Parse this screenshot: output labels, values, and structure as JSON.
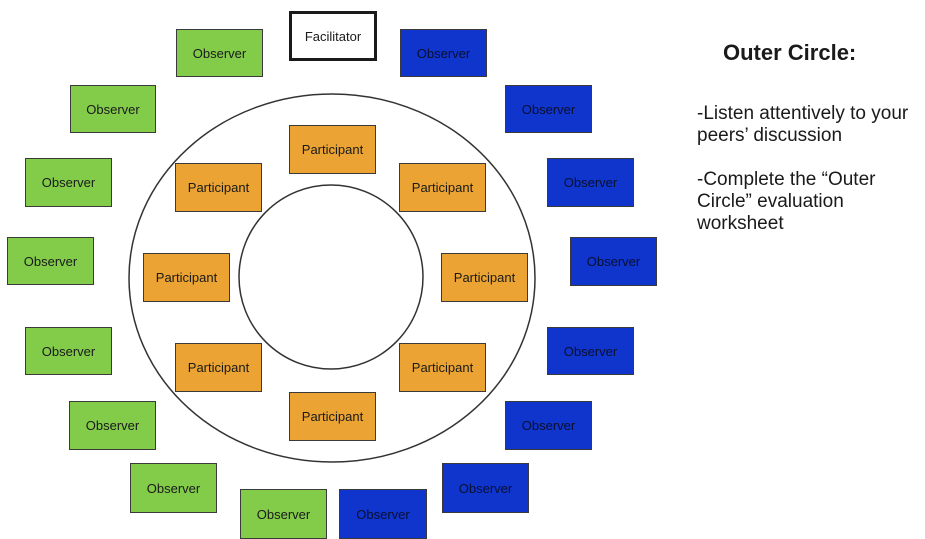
{
  "diagram": {
    "title": "Fishbowl discussion seating",
    "colors": {
      "observer_left": "#83cc4a",
      "observer_right": "#0f35cc",
      "participant": "#eba433",
      "facilitator": "#ffffff"
    },
    "facilitator": {
      "label": "Facilitator"
    },
    "observers_left": [
      {
        "label": "Observer"
      },
      {
        "label": "Observer"
      },
      {
        "label": "Observer"
      },
      {
        "label": "Observer"
      },
      {
        "label": "Observer"
      },
      {
        "label": "Observer"
      },
      {
        "label": "Observer"
      },
      {
        "label": "Observer"
      }
    ],
    "observers_right": [
      {
        "label": "Observer"
      },
      {
        "label": "Observer"
      },
      {
        "label": "Observer"
      },
      {
        "label": "Observer"
      },
      {
        "label": "Observer"
      },
      {
        "label": "Observer"
      },
      {
        "label": "Observer"
      },
      {
        "label": "Observer"
      }
    ],
    "participants": [
      {
        "label": "Participant"
      },
      {
        "label": "Participant"
      },
      {
        "label": "Participant"
      },
      {
        "label": "Participant"
      },
      {
        "label": "Participant"
      },
      {
        "label": "Participant"
      },
      {
        "label": "Participant"
      },
      {
        "label": "Participant"
      }
    ]
  },
  "notes": {
    "heading": "Outer Circle:",
    "items": [
      "-Listen attentively to your peers’ discussion",
      "-Complete the “Outer Circle” evaluation worksheet"
    ]
  }
}
